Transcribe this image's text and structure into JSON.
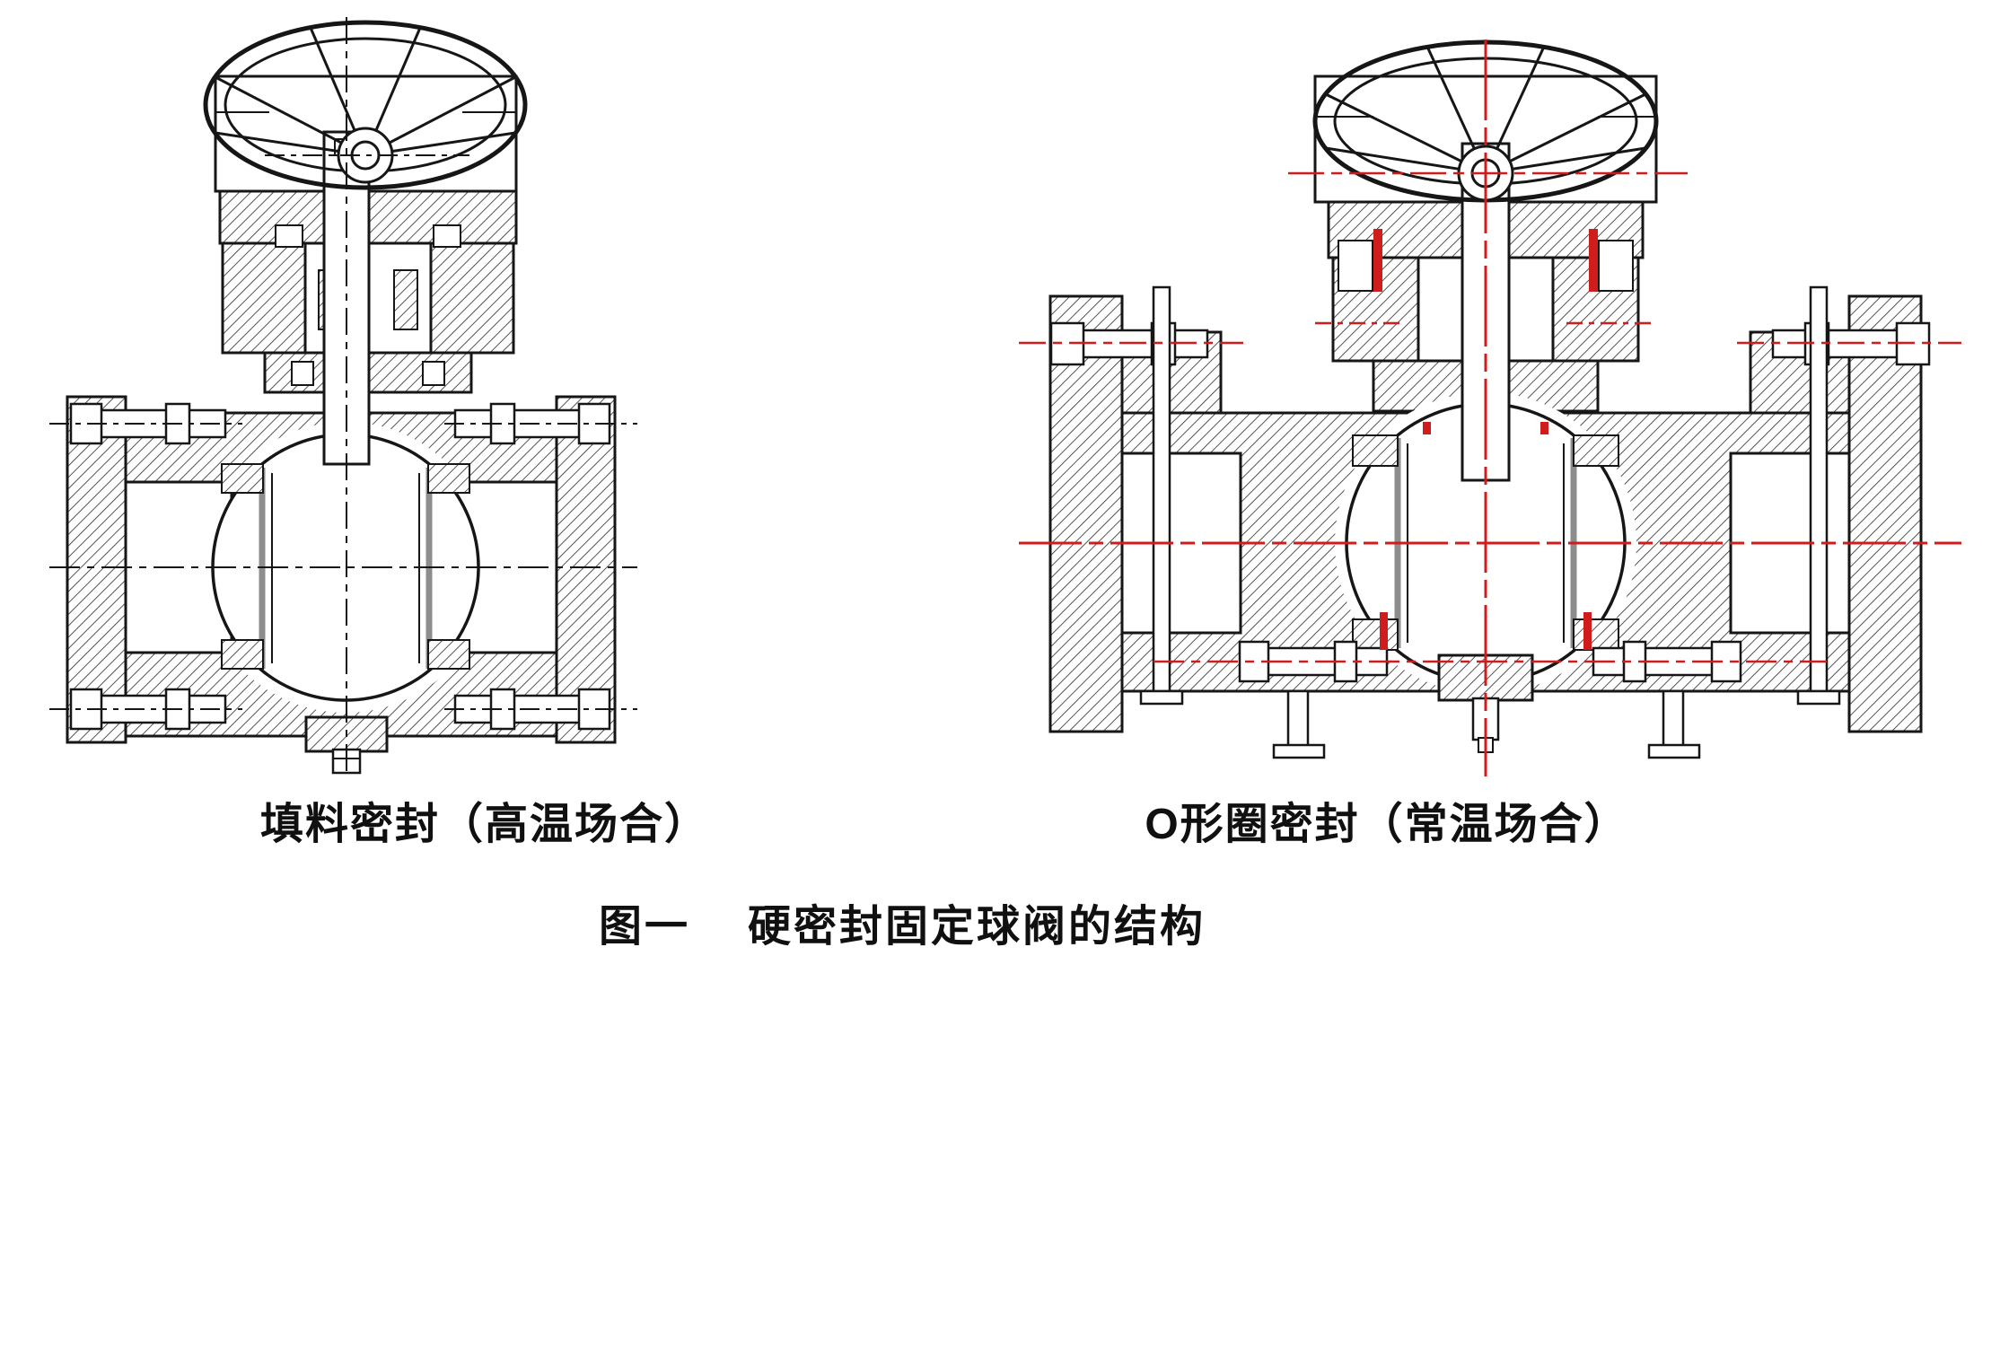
{
  "figure": {
    "left_label": "填料密封（高温场合）",
    "right_label": "O形圈密封（常温场合）",
    "caption_number": "图一",
    "caption_title": "硬密封固定球阀的结构"
  },
  "colors": {
    "line": "#161616",
    "hatch": "#2a2a2a",
    "centerline_red": "#cf1d1d",
    "seat_gray": "#8d8d8d",
    "background": "#ffffff"
  }
}
